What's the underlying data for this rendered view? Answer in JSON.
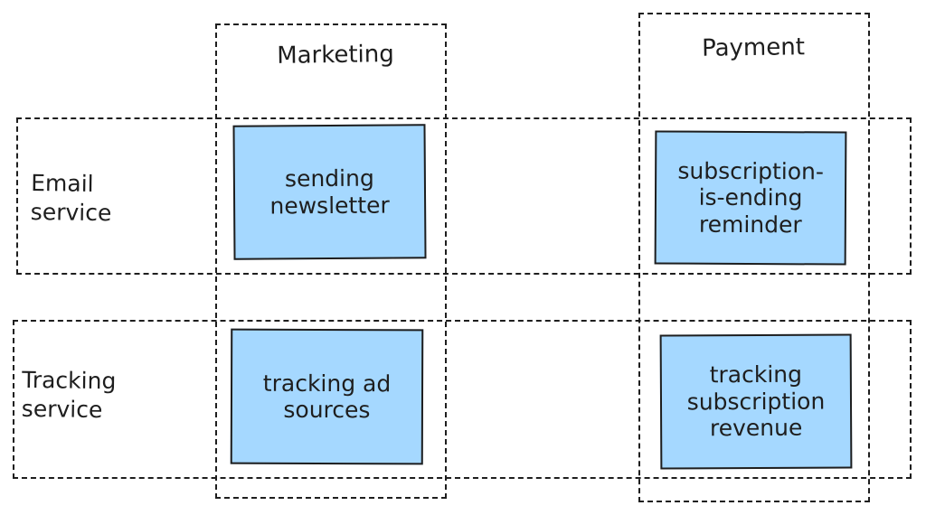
{
  "diagram": {
    "columns": [
      {
        "label": "Marketing"
      },
      {
        "label": "Payment"
      }
    ],
    "rows": [
      {
        "label": "Email\nservice"
      },
      {
        "label": "Tracking\nservice"
      }
    ],
    "cells": [
      {
        "row": "Email\nservice",
        "column": "Marketing",
        "text": "sending\nnewsletter"
      },
      {
        "row": "Email\nservice",
        "column": "Payment",
        "text": "subscription-\nis-ending\nreminder"
      },
      {
        "row": "Tracking\nservice",
        "column": "Marketing",
        "text": "tracking ad\nsources"
      },
      {
        "row": "Tracking\nservice",
        "column": "Payment",
        "text": "tracking\nsubscription\nrevenue"
      }
    ],
    "colors": {
      "stroke": "#1e1e1e",
      "cell_fill": "#a5d8ff",
      "background": "#ffffff"
    }
  }
}
